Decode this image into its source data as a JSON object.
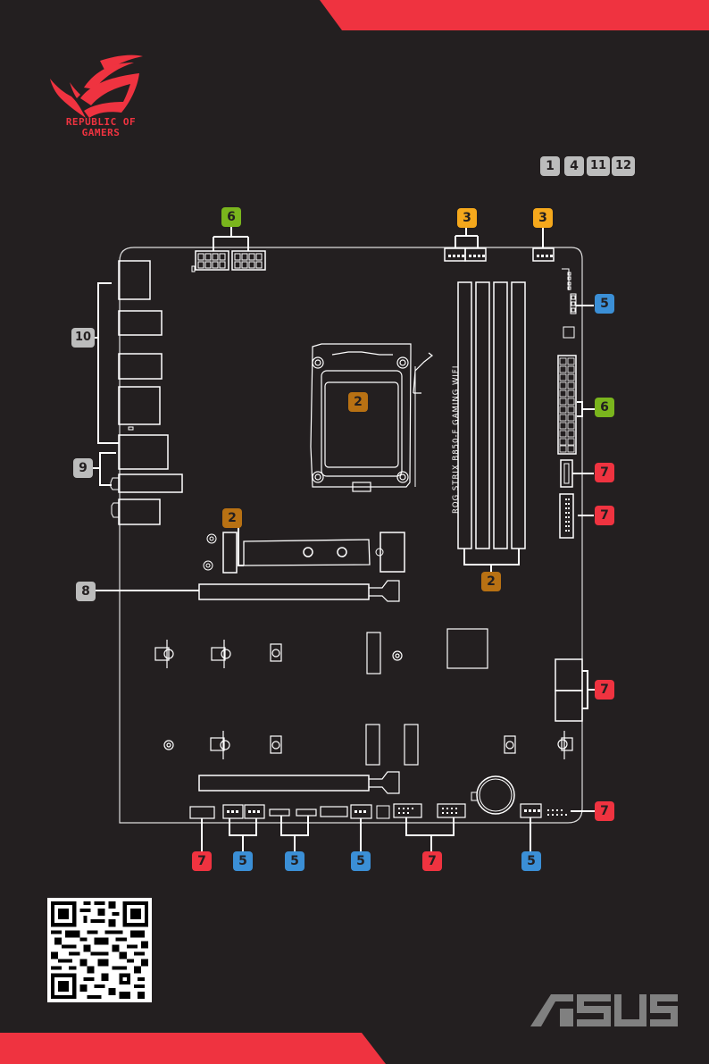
{
  "branding": {
    "logo_line1": "REPUBLIC OF",
    "logo_line2": "GAMERS",
    "vendor": "ASUS",
    "logo_icon": "rog-eye-icon",
    "accent_color": "#ef3340",
    "background_color": "#231f20"
  },
  "board": {
    "model_name": "ROG STRIX B850-F GAMING WIFI"
  },
  "reference_badges": [
    {
      "label": "1"
    },
    {
      "label": "4"
    },
    {
      "label": "11"
    },
    {
      "label": "12"
    }
  ],
  "callouts": {
    "atx_12v_power": {
      "label": "6",
      "color": "#7ab51d"
    },
    "cpu_fan_1": {
      "label": "3",
      "color": "#f5a81c"
    },
    "cpu_fan_2": {
      "label": "3",
      "color": "#f5a81c"
    },
    "rgb_header_top": {
      "label": "5",
      "color": "#3b8fd6"
    },
    "rear_io": {
      "label": "10",
      "color": "#bcbcbc"
    },
    "cpu_socket": {
      "label": "2",
      "color": "#b87113"
    },
    "atx_24pin_power": {
      "label": "6",
      "color": "#7ab51d"
    },
    "usb_c_front": {
      "label": "7",
      "color": "#ef3340"
    },
    "usb_3_header": {
      "label": "7",
      "color": "#ef3340"
    },
    "audio_io": {
      "label": "9",
      "color": "#bcbcbc"
    },
    "m2_slot": {
      "label": "2",
      "color": "#b87113"
    },
    "dimm_slots": {
      "label": "2",
      "color": "#b87113"
    },
    "pcie_x16_slot": {
      "label": "8",
      "color": "#bcbcbc"
    },
    "sata_ports": {
      "label": "7",
      "color": "#ef3340"
    },
    "bottom_right_header": {
      "label": "7",
      "color": "#ef3340"
    },
    "front_audio": {
      "label": "7",
      "color": "#ef3340"
    },
    "bottom_fan_pair": {
      "label": "5",
      "color": "#3b8fd6"
    },
    "bottom_rgb_pair": {
      "label": "5",
      "color": "#3b8fd6"
    },
    "bottom_fan_single": {
      "label": "5",
      "color": "#3b8fd6"
    },
    "usb_2_headers": {
      "label": "7",
      "color": "#ef3340"
    },
    "bottom_right_fan": {
      "label": "5",
      "color": "#3b8fd6"
    }
  },
  "qr_code": {
    "icon": "qr-code-icon"
  }
}
